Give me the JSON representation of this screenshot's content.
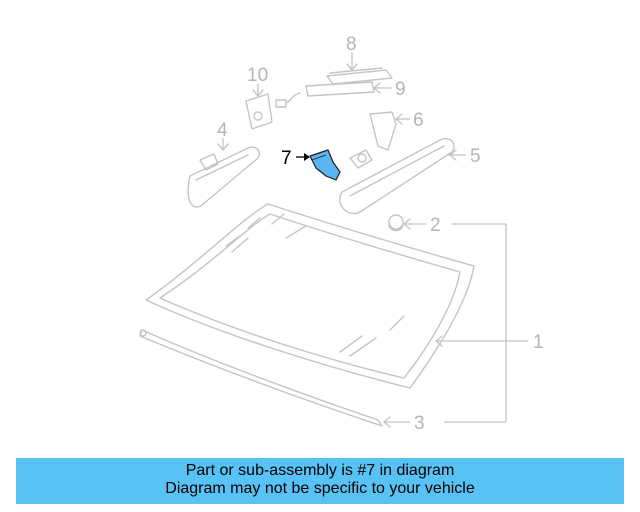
{
  "diagram": {
    "callouts": {
      "c1": "1",
      "c2": "2",
      "c3": "3",
      "c4": "4",
      "c5": "5",
      "c6": "6",
      "c7": "7",
      "c8": "8",
      "c9": "9",
      "c10": "10"
    },
    "highlighted_part": "7",
    "highlight_color": "#5ab4ef",
    "ghost_color": "#c4c4c4"
  },
  "banner": {
    "line1": "Part or sub-assembly is #7 in diagram",
    "line2": "Diagram may not be specific to your vehicle",
    "background": "#58c2f4"
  }
}
